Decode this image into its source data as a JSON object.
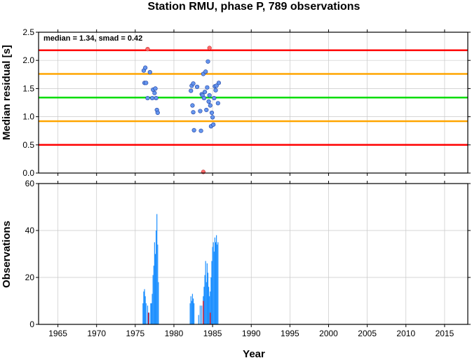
{
  "chart_data": {
    "title": "Station RMU, phase P, 789 observations",
    "xlabel": "Year",
    "x_ticks": [
      1965,
      1970,
      1975,
      1980,
      1985,
      1990,
      1995,
      2000,
      2005,
      2010,
      2015
    ],
    "xlim": [
      1962.5,
      2018
    ],
    "annotation": "median = 1.34, smad = 0.42",
    "panels": [
      {
        "type": "scatter",
        "ylabel": "Median residual [s]",
        "ylim": [
          0,
          2.5
        ],
        "y_ticks": [
          "0.0",
          "0.5",
          "1.0",
          "1.5",
          "2.0",
          "2.5"
        ],
        "grid": true,
        "reference_lines": [
          {
            "y": 2.18,
            "color": "#ff0000"
          },
          {
            "y": 1.76,
            "color": "#ffa500"
          },
          {
            "y": 1.34,
            "color": "#00dd00"
          },
          {
            "y": 0.92,
            "color": "#ffa500"
          },
          {
            "y": 0.5,
            "color": "#ff0000"
          }
        ],
        "points_normal": [
          [
            1976.1,
            1.82
          ],
          [
            1976.3,
            1.87
          ],
          [
            1976.2,
            1.6
          ],
          [
            1976.4,
            1.6
          ],
          [
            1976.6,
            1.33
          ],
          [
            1976.9,
            1.79
          ],
          [
            1977.2,
            1.33
          ],
          [
            1977.3,
            1.48
          ],
          [
            1977.5,
            1.42
          ],
          [
            1977.6,
            1.5
          ],
          [
            1977.7,
            1.33
          ],
          [
            1977.8,
            1.12
          ],
          [
            1977.9,
            1.07
          ],
          [
            1982.2,
            1.46
          ],
          [
            1982.3,
            1.55
          ],
          [
            1982.5,
            1.59
          ],
          [
            1982.4,
            1.2
          ],
          [
            1982.5,
            1.08
          ],
          [
            1982.6,
            0.76
          ],
          [
            1983.0,
            1.53
          ],
          [
            1983.4,
            1.1
          ],
          [
            1983.5,
            0.75
          ],
          [
            1983.6,
            1.4
          ],
          [
            1983.7,
            1.38
          ],
          [
            1983.8,
            1.76
          ],
          [
            1983.9,
            1.33
          ],
          [
            1984.0,
            1.44
          ],
          [
            1984.1,
            1.8
          ],
          [
            1984.2,
            1.12
          ],
          [
            1984.3,
            1.52
          ],
          [
            1984.4,
            1.98
          ],
          [
            1984.5,
            1.27
          ],
          [
            1984.6,
            1.38
          ],
          [
            1984.7,
            1.2
          ],
          [
            1984.8,
            0.83
          ],
          [
            1984.9,
            1.07
          ],
          [
            1985.0,
            0.99
          ],
          [
            1985.1,
            0.86
          ],
          [
            1985.2,
            1.33
          ],
          [
            1985.3,
            1.54
          ],
          [
            1985.4,
            1.47
          ],
          [
            1985.5,
            1.55
          ],
          [
            1985.7,
            1.24
          ],
          [
            1985.8,
            1.6
          ]
        ],
        "points_outlier": [
          [
            1976.6,
            2.2
          ],
          [
            1984.6,
            2.22
          ],
          [
            1983.8,
            0.02
          ]
        ],
        "normal_color": "#6495ed",
        "outlier_color": "#ff6a6a"
      },
      {
        "type": "bar",
        "ylabel": "Observations",
        "ylim": [
          0,
          60
        ],
        "y_ticks": [
          "0",
          "20",
          "40",
          "60"
        ],
        "grid": true,
        "bar_color": "#1e90ff",
        "outlier_color": "#ff0000",
        "bars": [
          [
            1976.0,
            9
          ],
          [
            1976.1,
            14
          ],
          [
            1976.2,
            15
          ],
          [
            1976.3,
            12
          ],
          [
            1976.4,
            9
          ],
          [
            1976.6,
            8
          ],
          [
            1976.8,
            5
          ],
          [
            1977.0,
            9
          ],
          [
            1977.1,
            9
          ],
          [
            1977.2,
            13
          ],
          [
            1977.3,
            21
          ],
          [
            1977.4,
            25
          ],
          [
            1977.5,
            35
          ],
          [
            1977.6,
            30
          ],
          [
            1977.7,
            40
          ],
          [
            1977.8,
            47
          ],
          [
            1977.9,
            34
          ],
          [
            1978.0,
            18
          ],
          [
            1982.1,
            9
          ],
          [
            1982.2,
            12
          ],
          [
            1982.3,
            10
          ],
          [
            1982.4,
            13
          ],
          [
            1982.5,
            11
          ],
          [
            1982.6,
            9
          ],
          [
            1983.2,
            4
          ],
          [
            1983.4,
            8
          ],
          [
            1983.6,
            8
          ],
          [
            1983.8,
            12
          ],
          [
            1983.9,
            16
          ],
          [
            1984.0,
            21
          ],
          [
            1984.1,
            27
          ],
          [
            1984.2,
            18
          ],
          [
            1984.3,
            26
          ],
          [
            1984.4,
            22
          ],
          [
            1984.5,
            16
          ],
          [
            1984.6,
            12
          ],
          [
            1984.7,
            14
          ],
          [
            1984.8,
            20
          ],
          [
            1984.9,
            27
          ],
          [
            1985.0,
            33
          ],
          [
            1985.1,
            35
          ],
          [
            1985.2,
            31
          ],
          [
            1985.3,
            37
          ],
          [
            1985.4,
            35
          ],
          [
            1985.5,
            38
          ],
          [
            1985.6,
            34
          ],
          [
            1985.7,
            35
          ]
        ],
        "outlier_bars": [
          [
            1976.7,
            5
          ],
          [
            1983.8,
            10
          ],
          [
            1984.7,
            5
          ]
        ]
      }
    ]
  }
}
